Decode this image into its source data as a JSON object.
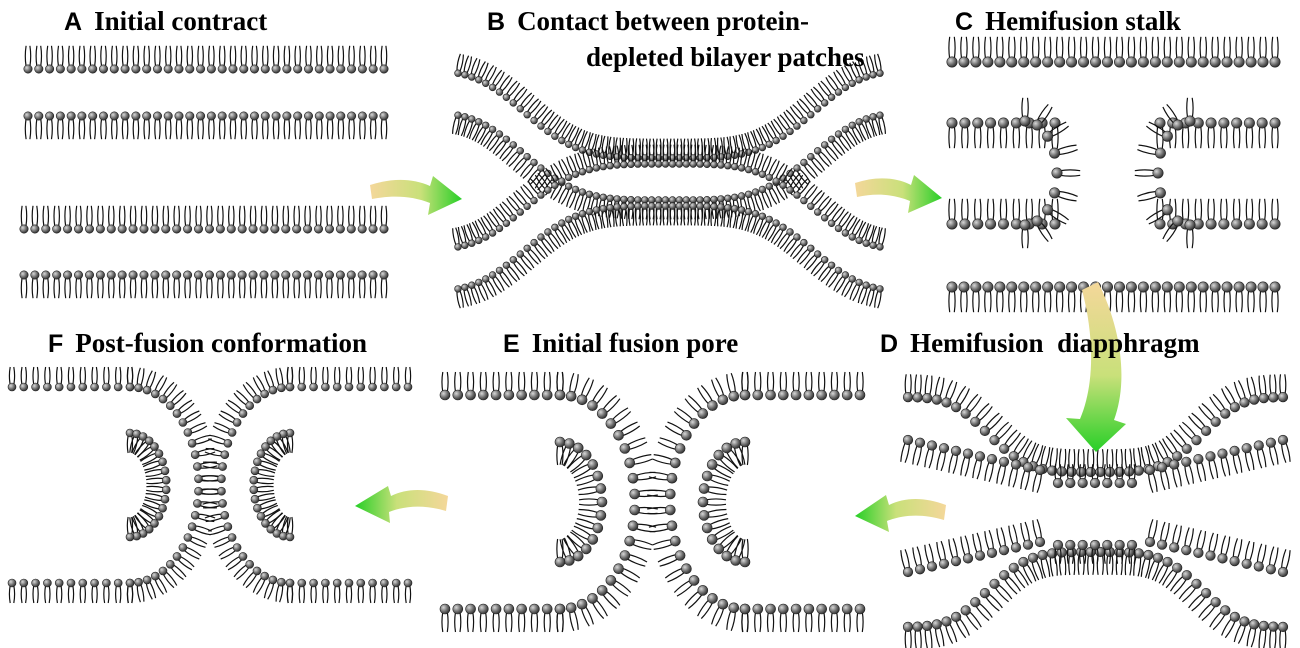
{
  "panels": {
    "a": {
      "letter": "A",
      "title": "Initial contract"
    },
    "b": {
      "letter": "B",
      "title": "Contact between protein-",
      "title_line2": "depleted bilayer patches"
    },
    "c": {
      "letter": "C",
      "title": "Hemifusion stalk"
    },
    "d": {
      "letter": "D",
      "title": "Hemifusion  diapphragm"
    },
    "e": {
      "letter": "E",
      "title": "Initial fusion pore"
    },
    "f": {
      "letter": "F",
      "title": "Post-fusion conformation"
    }
  },
  "colors": {
    "head": "#3a3a3a",
    "tail": "#111111",
    "arrow_start": "#f4d79a",
    "arrow_end": "#2fd12f"
  }
}
